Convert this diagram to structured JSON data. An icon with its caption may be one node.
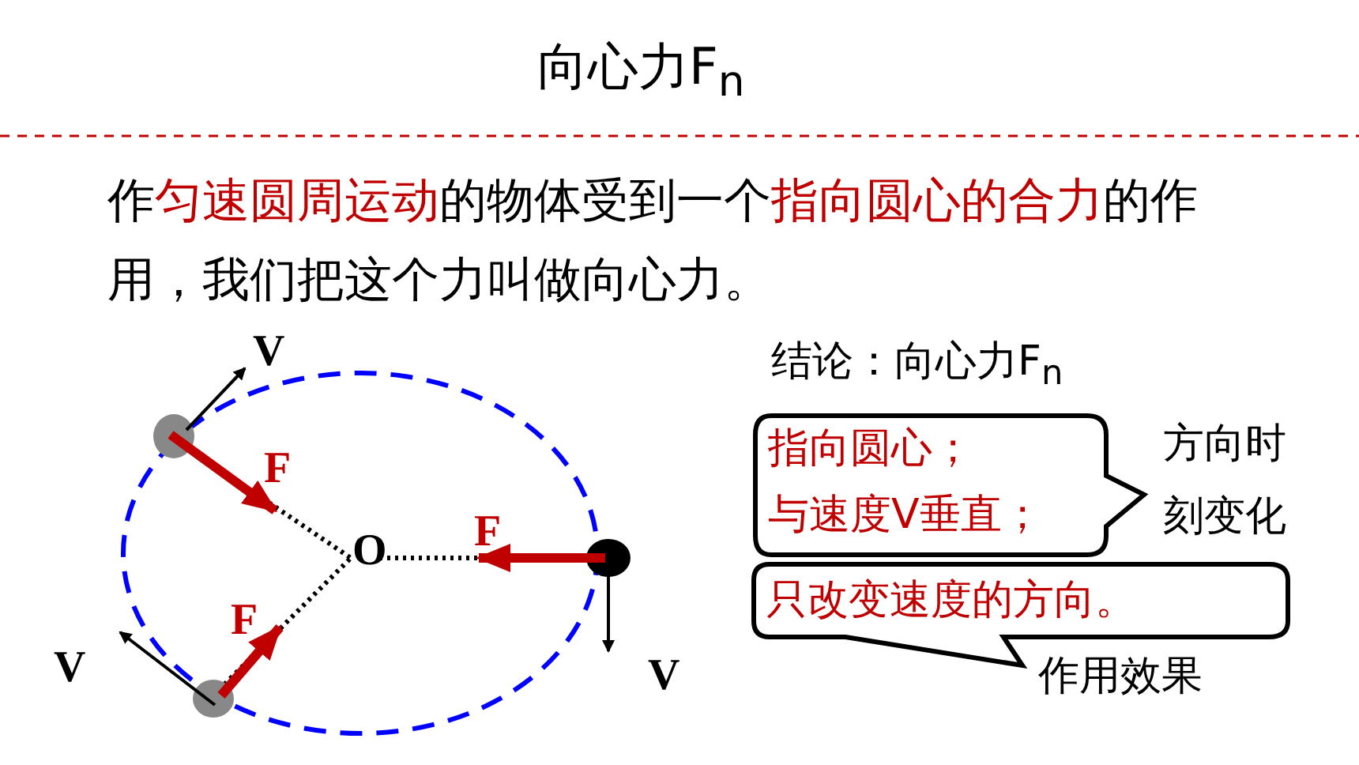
{
  "diagram": {
    "title": "向心力F$_{n}$",
    "nodes": [
      {
        "text": [
          "指向圆心；与速度V垂直；"
        ],
        "beside": [
          "方向时刻变化"
        ]
      },
      {
        "text": [
          "只改变速度的方向。"
        ],
        "beside": [
          "作用效果"
        ]
      }
    ],
    "labels": [
      "作**匀速圆周运动**的物体受到一个**指向圆心的合力**的作用，我们把这个力叫做向心力。",
      "结论：向心力F$_{n}$",
      "V",
      "F",
      "O",
      "F",
      "F",
      "V",
      "V"
    ]
  }
}
